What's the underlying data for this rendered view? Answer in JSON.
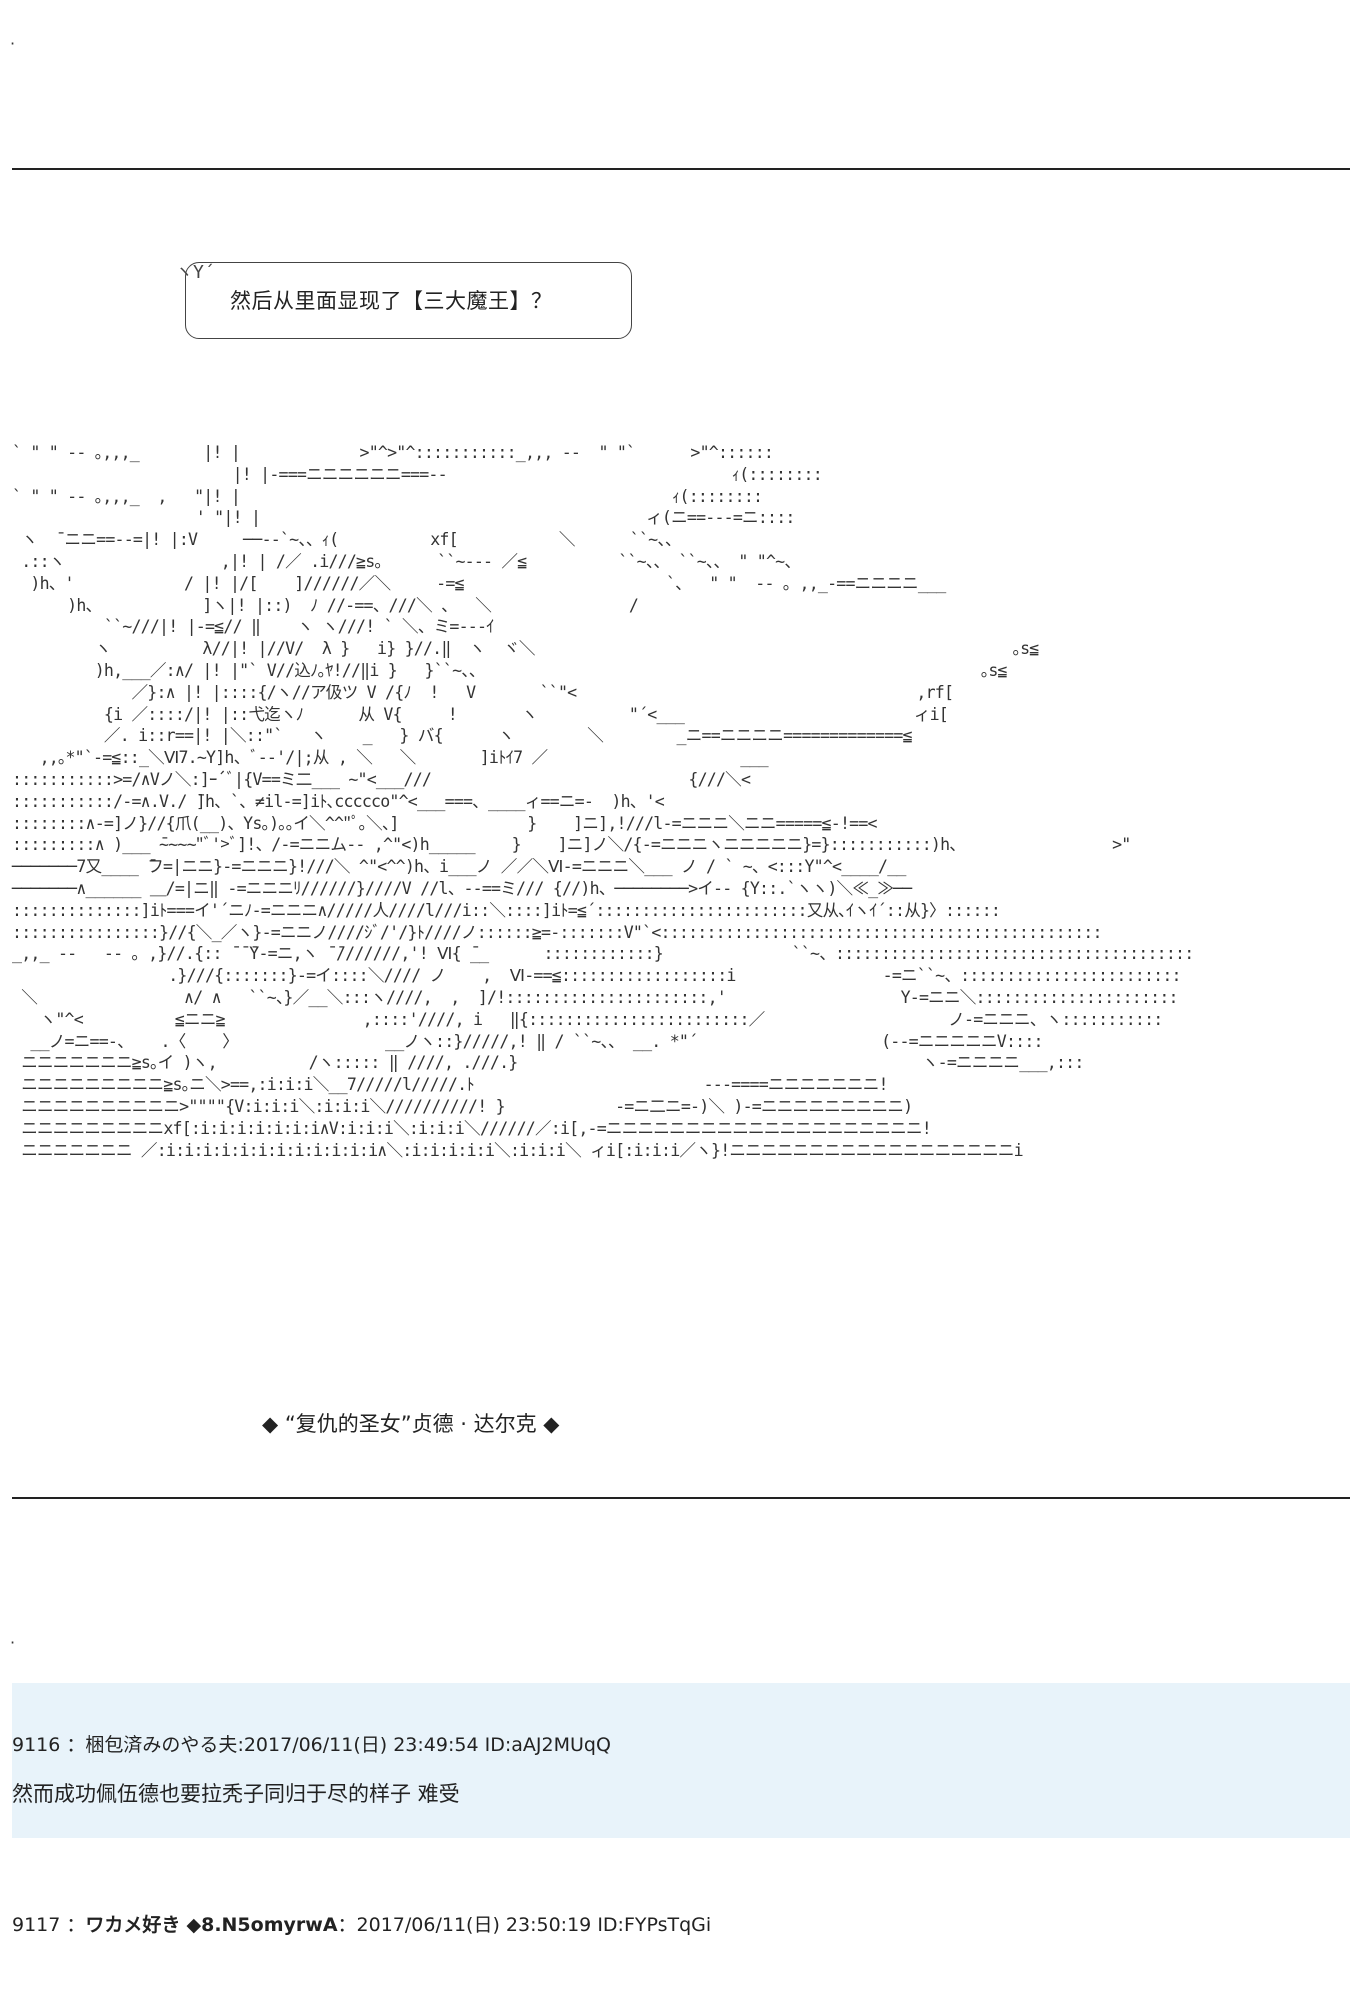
{
  "top_marker": "·",
  "bubble": {
    "tail": "ヽY´",
    "text": "然后从里面显现了【三大魔王】？"
  },
  "ascii_art": "` \" \" -- ｡,,,_       |! |             >\"^>\"^:::::::::::_,,, --  \" \"`      >\"^::::::\n                        |! |-===ニニニニニニ===--                               ｨ(::::::::\n` \" \" -- ｡,,,_  ,   \"|! |                                               ｨ(::::::::\n                    ' \"|! |                                          ィ(ニ==---=ニ::::\n ヽ  ̄ ニニ==--=|! |:V     ──--`~、、ｨ(          xf[           ＼      ``~、、\n .::ヽ                 ,|! | /／ .i///≧s｡      ``~--- ／≦          ``~、、 ``~、、 \" \"^~、\n  )h、'            / |! |/[    ]//////／＼     -=≦                      `、  \" \"  -- ｡ ,,_-==ニニニニ___\n      )h、           ]ヽ|! |::)  ﾉ //-==、///＼ 、  ＼               /\n          ``~///|! |-=≦// ‖    ヽ ヽ///! ` ＼、ミ=---ｲ\n         ヽ          λ//|! |//V/  λ }   i} }//.‖  ヽ  ヾ＼                                                    ｡s≦\n         )h,___／:∧/ |! |\"` V//込ﾉ｡ﾔ!//‖i }   }``~、、                                                      ｡s≦\n             ／}:∧ |! |::::{/ヽ//ア伋ツ V /{ﾉ  !   V       ``\"<                                     ,rf[\n          {i ／::::/|! |::弋迄ヽﾉ      从 V{     !       ヽ          \"´<___                         ィi[\n          ／. i::r==|! |＼::\"`   ヽ    _   } バ{      ヽ        ＼        _ニ==ニニニニ=============≦\n   ,,｡*\"`-=≦::_＼Ⅵ7.~Y]h、ﾞ--'/|;从 , ＼   ＼       ]iﾄｲ7 ／                     ___\n:::::::::::>=/∧Vノ＼:]ｰ´ﾞ|{V==ミ二___ ~\"<___///                            {///＼<\n:::::::::::/-=∧.V./ ̄]h、`、≠il-=]iﾄ､ccccco\"^<___===、____ィ==ニ=-  )h、'<\n::::::::∧-=]ノ}//{爪(__)、Ys｡)｡｡イ＼^^\"ﾟ｡＼、]              }    ]ニ],!///l-=ニニニ＼ニニ=====≦-!==<\n:::::::::∧ )___ ̄~~~~\"ﾞ'>ﾞ]!、/-=ニニム-- ,^\"<)h_____    }    ]ニ]ノ＼/{-=ニニニヽニニニニニ}=}:::::::::::)h、                >\"\n───────7又____ ̄フ=|ニニ}-=ニニニ}!///＼ ^\"<^^)h、i___ノ ／／＼Ⅵ-=ニニニ＼___ ノ / ` ~、<:::Y\"^<____/__\n───────∧______ ＿/=|ニ‖ -=ニニニﾘ//////}////V //l、--==ミ/// {//)h、────────>イ-- {Y::.`ヽヽ)＼≪_≫──\n::::::::::::::]iﾄ===イ'´ニﾉ-=ニニニ∧/////人////l///i::＼::::]iﾄ=≦´:::::::::::::::::::::::又从､ｲヽｲ´::从}〉::::::\n::::::::::::::::}//{＼_／ヽ}-=ニニノ////ｼﾞ/'/}ﾄ////ノ::::::≧=-:::::::V\"`<::::::::::::::::::::::::::::::::::::::::::::::::\n_,,_ --   -- ｡ ,}//.{:: ̄ ̄ ̄Y-=ニ,ヽ ̄ ̄///////,'! Ⅵ{ ̄__      ::::::::::::}              ``~、:::::::::::::::::::::::::::::::::::::::\n                 .}///{:::::::}-=イ::::＼//// ノ    ,  Ⅵ-==≦::::::::::::::::::i                -=ニ``~、::::::::::::::::::::::::\n ＼                ∧/ ∧   ``~、}／__＼:::ヽ////,  ,  ]/!::::::::::::::::::::::,'                   Y-=ニニ＼::::::::::::::::::::::\n   ヽ\"^<          ≦ニニ≧               ,::::'////, i   ‖{::::::::::::::::::::::::／                    ノ-=ニニニ、ヽ:::::::::::\n  __ノ=ニ==-、   .〈    〉                __ノヽ::}/////,! ‖ / ``~、、 __. *\"´                    (--=ニニニニニV::::\n ニニニニニニニ≧s｡イ )ヽ,          /ヽ::::: ‖ ////, .///.}                                            ヽ-=ニニニニ___,:::\n ニニニニニニニニニ≧s｡ニ＼>==,:i:i:i＼__7/////l/////.ﾄ                         ---====ニニニニニニニ!\n ニニニニニニニニニニ>\"\"\"\"{V:i:i:i＼:i:i:i＼//////////! }            -=ニ二ニ=-)＼ )-=ニニニニニニニニニ)\n ニニニニニニニニニxf[:i:i:i:i:i:i:i∧V:i:i:i＼:i:i:i＼//////／:i[,-=ニニニニニニニニニニニニニニニニニニニニ!\n ニニニニニニニ ／:i:i:i:i:i:i:i:i:i:i:i:i∧＼:i:i:i:i:i＼:i:i:i＼ ィi[:i:i:i／ヽ}!ニニニニニニニニニニニニニニニニニニi",
  "caption": "◆  “复仇的圣女”贞德 · 达尔克  ◆",
  "bottom_marker": "·",
  "posts": [
    {
      "number": "9116",
      "name": "梱包済みのやる夫",
      "trip": "",
      "datetime": "2017/06/11(日) 23:49:54",
      "id": "ID:aAJ2MUqQ",
      "body": "然而成功佩伍德也要拉秃子同归于尽的样子   难受"
    },
    {
      "number": "9117",
      "name": "ワカメ好き",
      "trip": "◆8.N5omyrwA",
      "datetime": "2017/06/11(日) 23:50:19",
      "id": "ID:FYPsTqGi",
      "body": ""
    }
  ]
}
